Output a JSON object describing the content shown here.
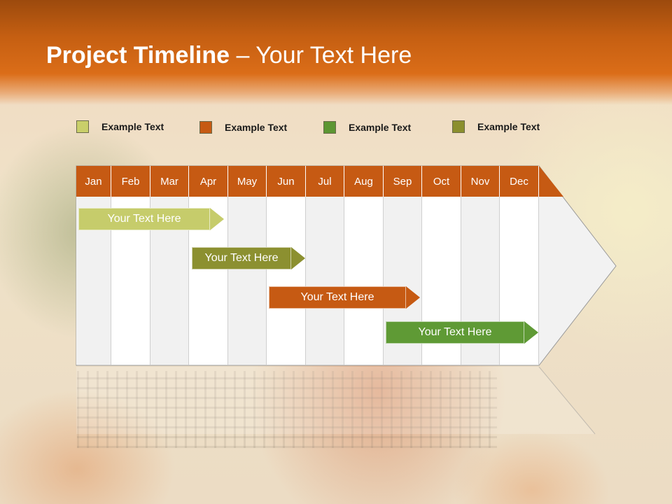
{
  "slide": {
    "title_bold": "Project Timeline",
    "title_rest": " – Your Text Here"
  },
  "legend": [
    {
      "label": "Example Text",
      "color": "#c9cf6a"
    },
    {
      "label": "Example Text",
      "color": "#c65a13"
    },
    {
      "label": "Example Text",
      "color": "#5c9632"
    },
    {
      "label": "Example Text",
      "color": "#8b8f2e"
    }
  ],
  "months": [
    "Jan",
    "Feb",
    "Mar",
    "Apr",
    "May",
    "Jun",
    "Jul",
    "Aug",
    "Sep",
    "Oct",
    "Nov",
    "Dec"
  ],
  "tasks": [
    {
      "label": "Your  Text Here",
      "color": "#c6cc6b",
      "start_month": "Jan",
      "end_month": "Apr"
    },
    {
      "label": "Your  Text Here",
      "color": "#8c9030",
      "start_month": "Apr",
      "end_month": "Jun"
    },
    {
      "label": "Your  Text Here",
      "color": "#c65a13",
      "start_month": "Jun",
      "end_month": "Sep"
    },
    {
      "label": "Your  Text Here",
      "color": "#5f9a35",
      "start_month": "Sep",
      "end_month": "Dec"
    }
  ]
}
